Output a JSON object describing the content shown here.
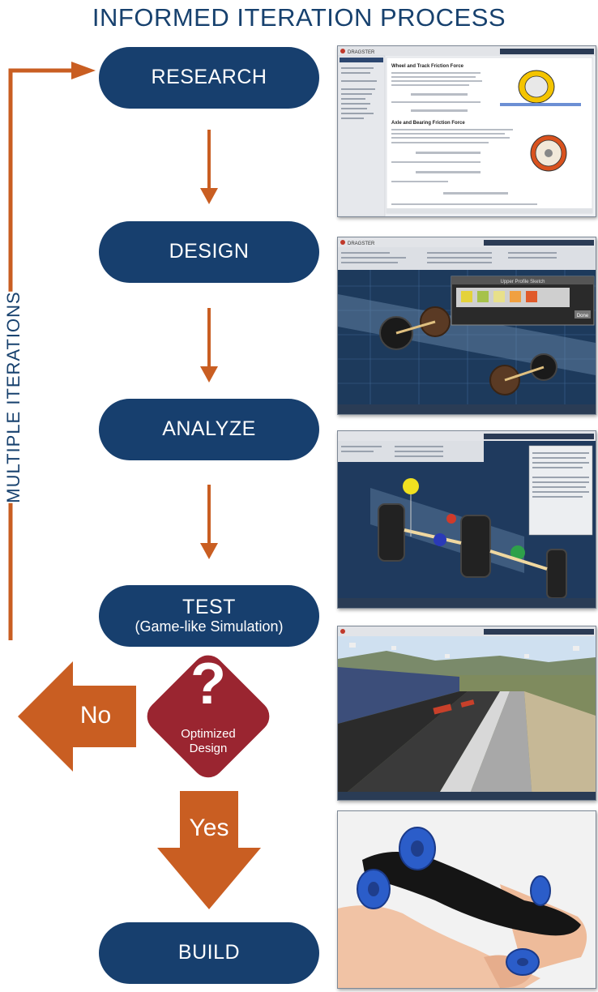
{
  "title": "INFORMED ITERATION PROCESS",
  "side_label": "MULTIPLE ITERATIONS",
  "steps": [
    {
      "label": "RESEARCH"
    },
    {
      "label": "DESIGN"
    },
    {
      "label": "ANALYZE"
    },
    {
      "label": "TEST",
      "sublabel": "(Game-like Simulation)"
    },
    {
      "label": "BUILD"
    }
  ],
  "decision": {
    "symbol": "?",
    "label_line1": "Optimized",
    "label_line2": "Design",
    "no_label": "No",
    "yes_label": "Yes"
  },
  "screenshots": {
    "app_name": "DRAGSTER",
    "panel_research": "Wheel and Track Friction Force",
    "panel_research_2": "Axle and Bearing Friction Force",
    "panel_design": "Upper Profile Sketch",
    "panel_design_button": "Done"
  },
  "colors": {
    "navy": "#173f6e",
    "orange": "#c95e22",
    "red": "#9a2530"
  }
}
